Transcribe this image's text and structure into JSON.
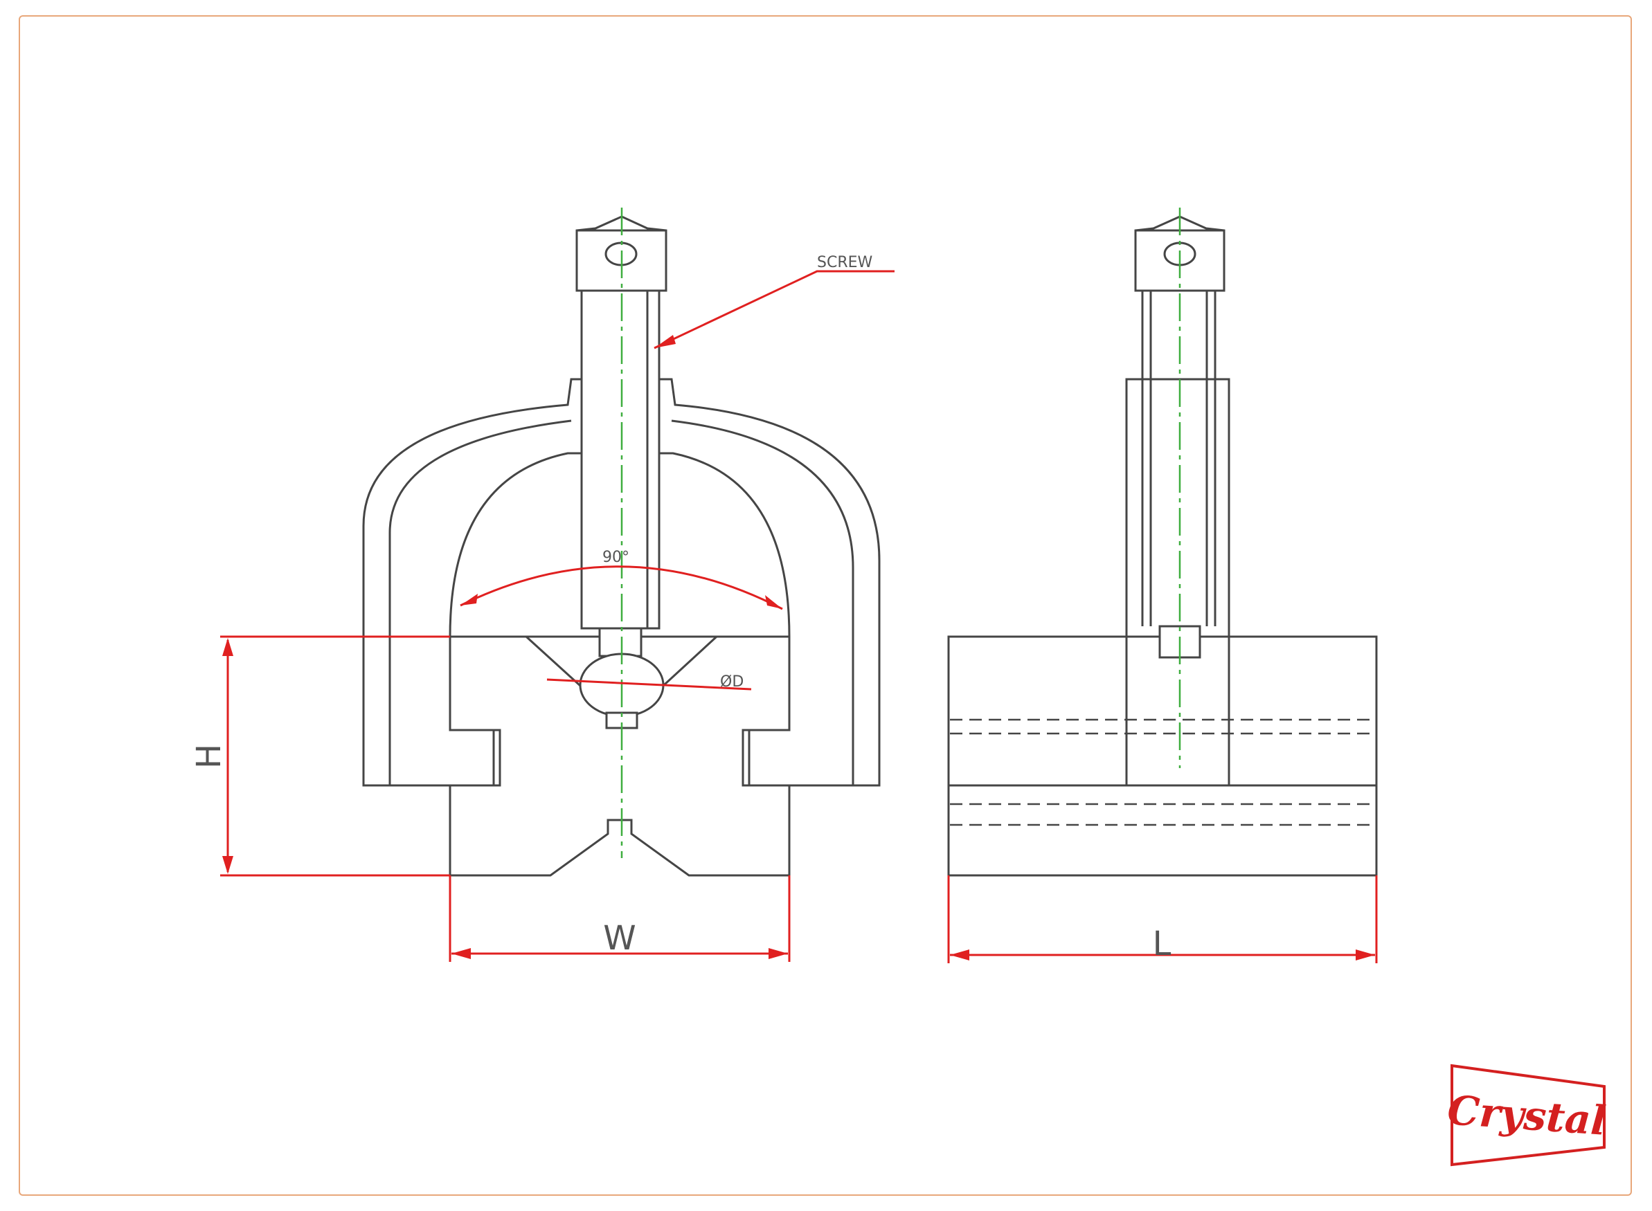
{
  "labels": {
    "screw": "SCREW",
    "angle": "90°",
    "diameter": "ØD",
    "height": "H",
    "width": "W",
    "length": "L"
  },
  "logo": {
    "text": "Crystal"
  },
  "colors": {
    "outline": "#454545",
    "dimension": "#e02020",
    "centerline": "#3fae3f",
    "frame": "#e8a77a",
    "logo": "#d42020"
  }
}
